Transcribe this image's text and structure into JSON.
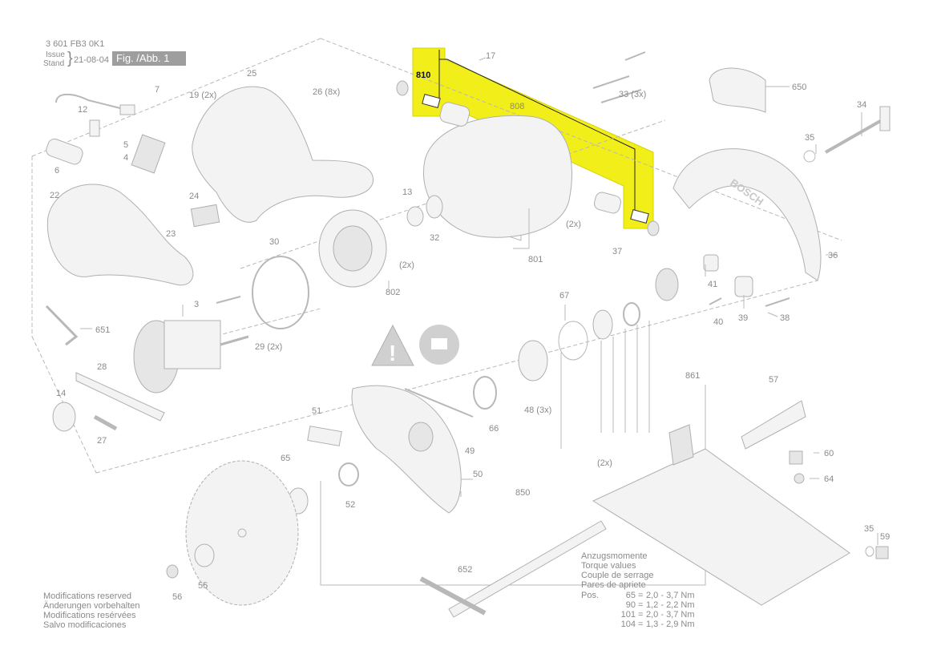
{
  "header": {
    "part_number": "3 601 FB3 0K1",
    "issue_label": "Issue",
    "stand_label": "Stand",
    "date": "21-08-04",
    "figure_label": "Fig. /Abb. 1"
  },
  "callouts": [
    {
      "id": "810",
      "bold": true
    },
    {
      "id": "17"
    },
    {
      "id": "808"
    },
    {
      "id": "33 (3x)"
    },
    {
      "id": "650"
    },
    {
      "id": "34"
    },
    {
      "id": "35"
    },
    {
      "id": "7"
    },
    {
      "id": "19 (2x)"
    },
    {
      "id": "25"
    },
    {
      "id": "26 (8x)"
    },
    {
      "id": "12"
    },
    {
      "id": "5"
    },
    {
      "id": "4"
    },
    {
      "id": "6"
    },
    {
      "id": "22"
    },
    {
      "id": "24"
    },
    {
      "id": "23"
    },
    {
      "id": "13"
    },
    {
      "id": "32"
    },
    {
      "id": "30"
    },
    {
      "id": "(2x)"
    },
    {
      "id": "(2x)"
    },
    {
      "id": "801"
    },
    {
      "id": "802"
    },
    {
      "id": "36"
    },
    {
      "id": "37"
    },
    {
      "id": "41"
    },
    {
      "id": "651"
    },
    {
      "id": "3"
    },
    {
      "id": "29 (2x)"
    },
    {
      "id": "67"
    },
    {
      "id": "40"
    },
    {
      "id": "39"
    },
    {
      "id": "38"
    },
    {
      "id": "28"
    },
    {
      "id": "14"
    },
    {
      "id": "27"
    },
    {
      "id": "861"
    },
    {
      "id": "57"
    },
    {
      "id": "66"
    },
    {
      "id": "48 (3x)"
    },
    {
      "id": "51"
    },
    {
      "id": "49"
    },
    {
      "id": "65"
    },
    {
      "id": "60"
    },
    {
      "id": "(2x)"
    },
    {
      "id": "64"
    },
    {
      "id": "52"
    },
    {
      "id": "50"
    },
    {
      "id": "850"
    },
    {
      "id": "35"
    },
    {
      "id": "59"
    },
    {
      "id": "652"
    },
    {
      "id": "56"
    },
    {
      "id": "55"
    }
  ],
  "brand_text": "BOSCH",
  "torque": {
    "lines": [
      "Anzugsmomente",
      "Torque values",
      "Couple de serrage",
      "Pares de apriete"
    ],
    "pos_label": "Pos.",
    "rows": [
      {
        "pos": "65",
        "value": "2,0 - 3,7 Nm"
      },
      {
        "pos": "90",
        "value": "1,2 - 2,2 Nm"
      },
      {
        "pos": "101",
        "value": "2,0 - 3,7 Nm"
      },
      {
        "pos": "104",
        "value": "1,3 - 2,9 Nm"
      }
    ]
  },
  "modifications": [
    "Modifications reserved",
    "Änderungen vorbehalten",
    "Modifications resérvées",
    "Salvo modificaciones"
  ],
  "colors": {
    "highlight": "#f2ee1a",
    "line": "#b5b5b5",
    "text": "#8a8a8a",
    "part_fill": "#f2f2f2"
  }
}
